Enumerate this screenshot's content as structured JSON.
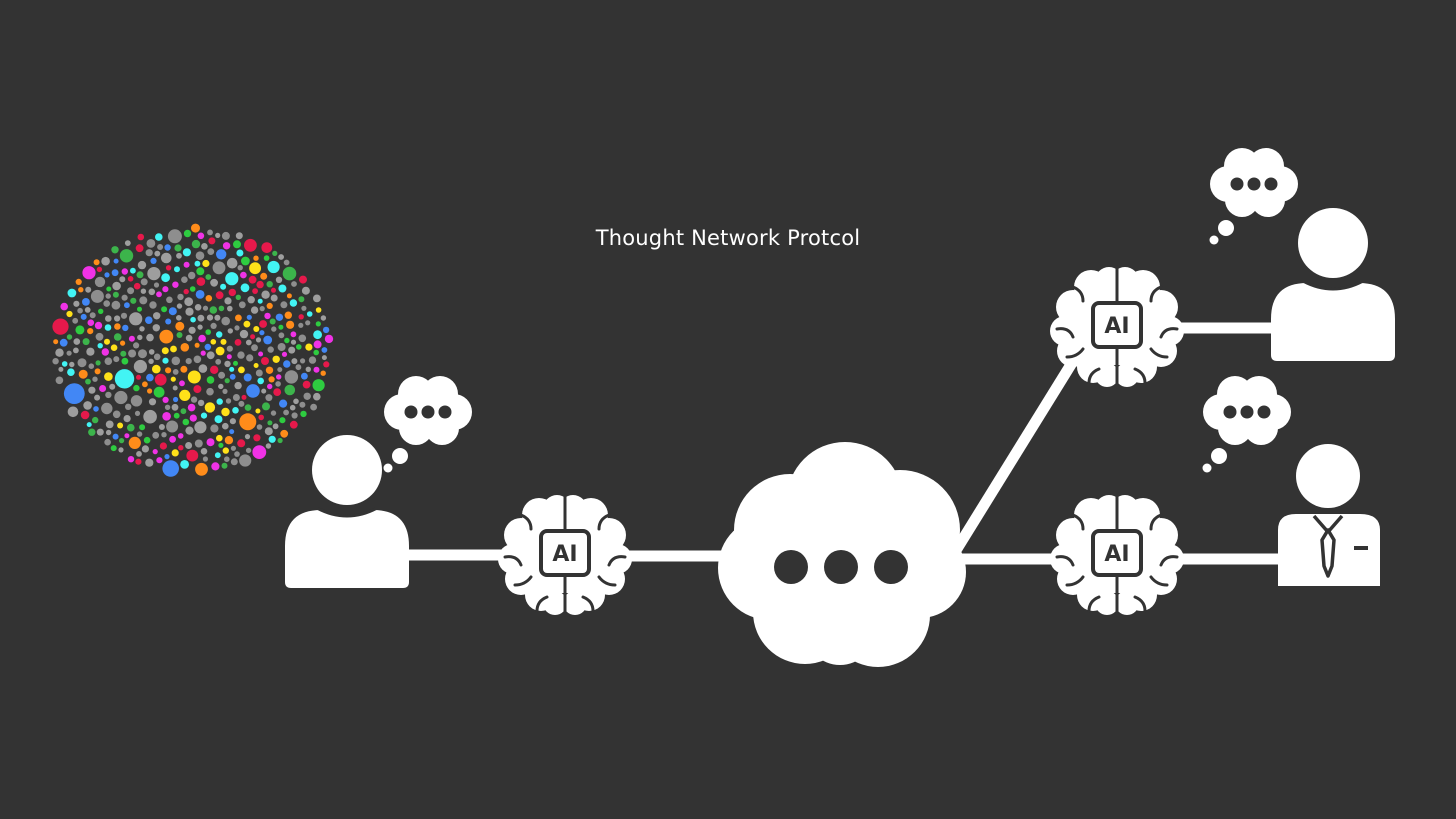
{
  "title": "Thought Network Protcol",
  "colors": {
    "background": "#333333",
    "foreground": "#ffffff",
    "dots": [
      "#e6194b",
      "#f032e6",
      "#3cb44b",
      "#2ecc40",
      "#4287f5",
      "#ff8c1a",
      "#ffe119",
      "#42f4f4",
      "#8e8e8e",
      "#9e9e9e"
    ]
  },
  "nodes": [
    {
      "id": "idea-cloud",
      "icon": "colorful-dot-cloud-icon"
    },
    {
      "id": "user-left",
      "icon": "user-icon",
      "thought": "thought-bubble-icon"
    },
    {
      "id": "ai-left",
      "icon": "ai-brain-icon",
      "label": "AI"
    },
    {
      "id": "network",
      "icon": "cloud-icon"
    },
    {
      "id": "ai-top-right",
      "icon": "ai-brain-icon",
      "label": "AI"
    },
    {
      "id": "ai-bottom-right",
      "icon": "ai-brain-icon",
      "label": "AI"
    },
    {
      "id": "user-top-right",
      "icon": "user-icon",
      "thought": "thought-bubble-icon"
    },
    {
      "id": "businessman",
      "icon": "businessman-icon",
      "thought": "thought-bubble-icon"
    }
  ]
}
